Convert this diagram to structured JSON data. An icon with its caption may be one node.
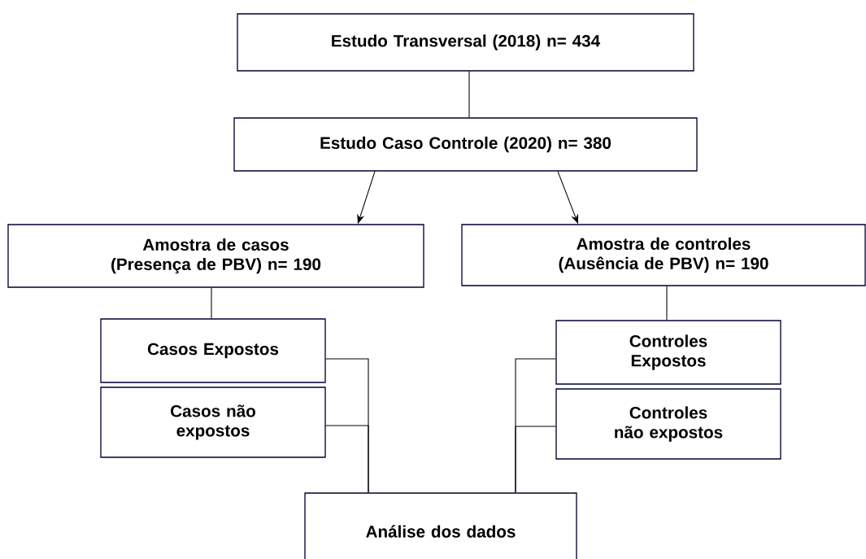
{
  "diagram": {
    "nodes": [
      {
        "text": [
          "Estudo Transversal (2018) n= 434"
        ]
      },
      {
        "text": [
          "Estudo Caso Controle (2020) n= 380"
        ]
      },
      {
        "text": [
          "Amostra de casos (Presença de PBV) n= 190"
        ]
      },
      {
        "text": [
          "Amostra de controles (Ausência de PBV) n= 190"
        ]
      },
      {
        "text": [
          "Casos Expostos"
        ]
      },
      {
        "text": [
          "Casos não expostos"
        ]
      },
      {
        "text": [
          "Controles Expostos"
        ]
      },
      {
        "text": [
          "Controles não expostos"
        ]
      },
      {
        "text": [
          "Análise dos dados"
        ]
      }
    ],
    "edges": [
      {
        "from": 0,
        "to": 1,
        "arrow": "none"
      },
      {
        "from": 1,
        "to": 2,
        "arrow": "to"
      },
      {
        "from": 1,
        "to": 3,
        "arrow": "to"
      },
      {
        "from": 2,
        "to": 4,
        "arrow": "none"
      },
      {
        "from": 3,
        "to": 6,
        "arrow": "none"
      },
      {
        "from": 4,
        "to": 8,
        "arrow": "none"
      },
      {
        "from": 5,
        "to": 8,
        "arrow": "none"
      },
      {
        "from": 6,
        "to": 8,
        "arrow": "none"
      },
      {
        "from": 7,
        "to": 8,
        "arrow": "none"
      }
    ]
  }
}
